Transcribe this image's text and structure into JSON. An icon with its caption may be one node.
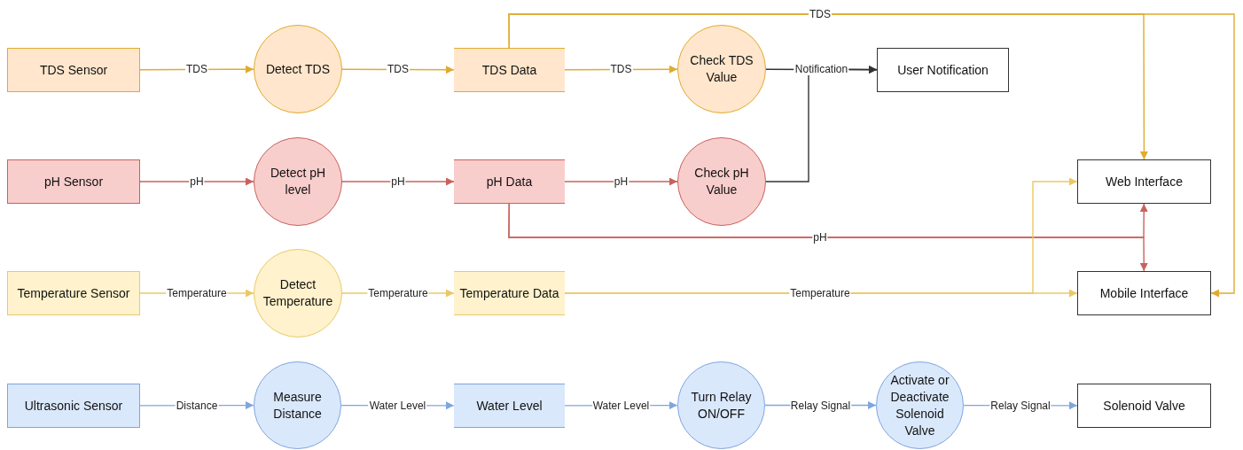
{
  "diagram": {
    "nodes": [
      {
        "text": [
          "TDS Sensor"
        ]
      },
      {
        "text": [
          "Detect TDS"
        ]
      },
      {
        "text": [
          "TDS Data"
        ]
      },
      {
        "text": [
          "Check TDS Value"
        ]
      },
      {
        "text": [
          "User Notification"
        ]
      },
      {
        "text": [
          "pH Sensor"
        ]
      },
      {
        "text": [
          "Detect pH level"
        ]
      },
      {
        "text": [
          "pH Data"
        ]
      },
      {
        "text": [
          "Check pH Value"
        ]
      },
      {
        "text": [
          "Web Interface"
        ]
      },
      {
        "text": [
          "Temperature Sensor"
        ]
      },
      {
        "text": [
          "Detect Temperature"
        ]
      },
      {
        "text": [
          "Temperature Data"
        ]
      },
      {
        "text": [
          "Mobile Interface"
        ]
      },
      {
        "text": [
          "Ultrasonic Sensor"
        ]
      },
      {
        "text": [
          "Measure Distance"
        ]
      },
      {
        "text": [
          "Water Level"
        ]
      },
      {
        "text": [
          "Turn Relay ON/OFF"
        ]
      },
      {
        "text": [
          "Activate or Deactivate Solenoid Valve"
        ]
      },
      {
        "text": [
          "Solenoid Valve"
        ]
      }
    ],
    "edges": [
      {
        "from": 0,
        "to": 1,
        "arrow": "to",
        "label": "TDS",
        "color": "#e0ab2e"
      },
      {
        "from": 1,
        "to": 2,
        "arrow": "to",
        "label": "TDS",
        "color": "#e0ab2e"
      },
      {
        "from": 2,
        "to": 3,
        "arrow": "to",
        "label": "TDS",
        "color": "#e0ab2e"
      },
      {
        "from": 3,
        "to": 4,
        "arrow": "to",
        "label": "Notification",
        "color": "#333333"
      },
      {
        "from": 8,
        "to": 4,
        "arrow": "to",
        "color": "#333333"
      },
      {
        "from": 2,
        "to": 9,
        "arrow": "to",
        "label": "TDS",
        "color": "#e0ab2e"
      },
      {
        "from": 2,
        "to": 13,
        "arrow": "to",
        "color": "#e0ab2e"
      },
      {
        "from": 5,
        "to": 6,
        "arrow": "to",
        "label": "pH",
        "color": "#c8625e"
      },
      {
        "from": 6,
        "to": 7,
        "arrow": "to",
        "label": "pH",
        "color": "#c8625e"
      },
      {
        "from": 7,
        "to": 8,
        "arrow": "to",
        "label": "pH",
        "color": "#c8625e"
      },
      {
        "from": 7,
        "to": 9,
        "arrow": "to",
        "label": "pH",
        "color": "#c8625e"
      },
      {
        "from": 7,
        "to": 13,
        "arrow": "to",
        "color": "#c8625e"
      },
      {
        "from": 10,
        "to": 11,
        "arrow": "to",
        "label": "Temperature",
        "color": "#ebc865"
      },
      {
        "from": 11,
        "to": 12,
        "arrow": "to",
        "label": "Temperature",
        "color": "#ebc865"
      },
      {
        "from": 12,
        "to": 13,
        "arrow": "to",
        "label": "Temperature",
        "color": "#ebc865"
      },
      {
        "from": 12,
        "to": 9,
        "arrow": "to",
        "color": "#ebc865"
      },
      {
        "from": 14,
        "to": 15,
        "arrow": "to",
        "label": "Distance",
        "color": "#7ea6e0"
      },
      {
        "from": 15,
        "to": 16,
        "arrow": "to",
        "label": "Water Level",
        "color": "#7ea6e0"
      },
      {
        "from": 16,
        "to": 17,
        "arrow": "to",
        "label": "Water Level",
        "color": "#7ea6e0"
      },
      {
        "from": 17,
        "to": 18,
        "arrow": "to",
        "label": "Relay Signal",
        "color": "#7ea6e0"
      },
      {
        "from": 18,
        "to": 19,
        "arrow": "to",
        "label": "Relay Signal",
        "color": "#7ea6e0"
      }
    ]
  }
}
